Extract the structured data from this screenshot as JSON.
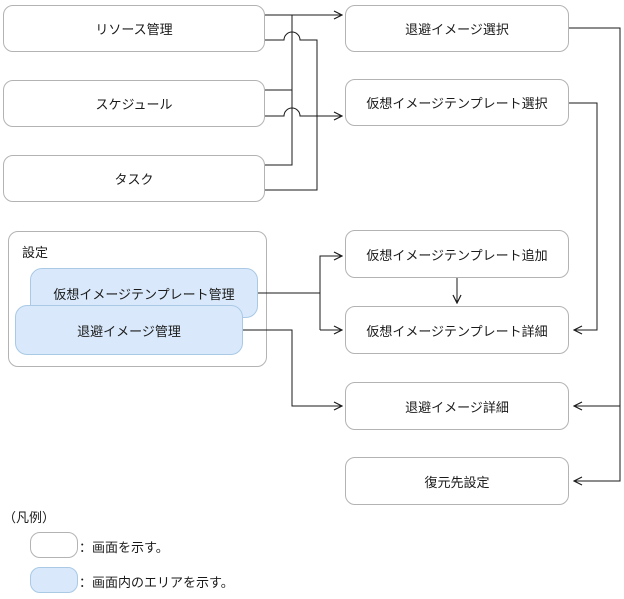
{
  "diagram": {
    "left_screens": [
      {
        "label": "リソース管理"
      },
      {
        "label": "スケジュール"
      },
      {
        "label": "タスク"
      }
    ],
    "settings": {
      "label": "設定",
      "areas": [
        {
          "label": "仮想イメージテンプレート管理"
        },
        {
          "label": "退避イメージ管理"
        }
      ]
    },
    "right_screens": [
      {
        "label": "退避イメージ選択"
      },
      {
        "label": "仮想イメージテンプレート選択"
      },
      {
        "label": "仮想イメージテンプレート追加"
      },
      {
        "label": "仮想イメージテンプレート詳細"
      },
      {
        "label": "退避イメージ詳細"
      },
      {
        "label": "復元先設定"
      }
    ],
    "legend": {
      "title": "（凡例）",
      "items": [
        {
          "label": "：画面を示す。"
        },
        {
          "label": "：画面内のエリアを示す。"
        }
      ]
    },
    "colors": {
      "screen_fill": "#ffffff",
      "screen_border": "#b3b3b3",
      "area_fill": "#d9e9fb",
      "area_border": "#a9c9e5",
      "line": "#1a1a1a"
    }
  }
}
